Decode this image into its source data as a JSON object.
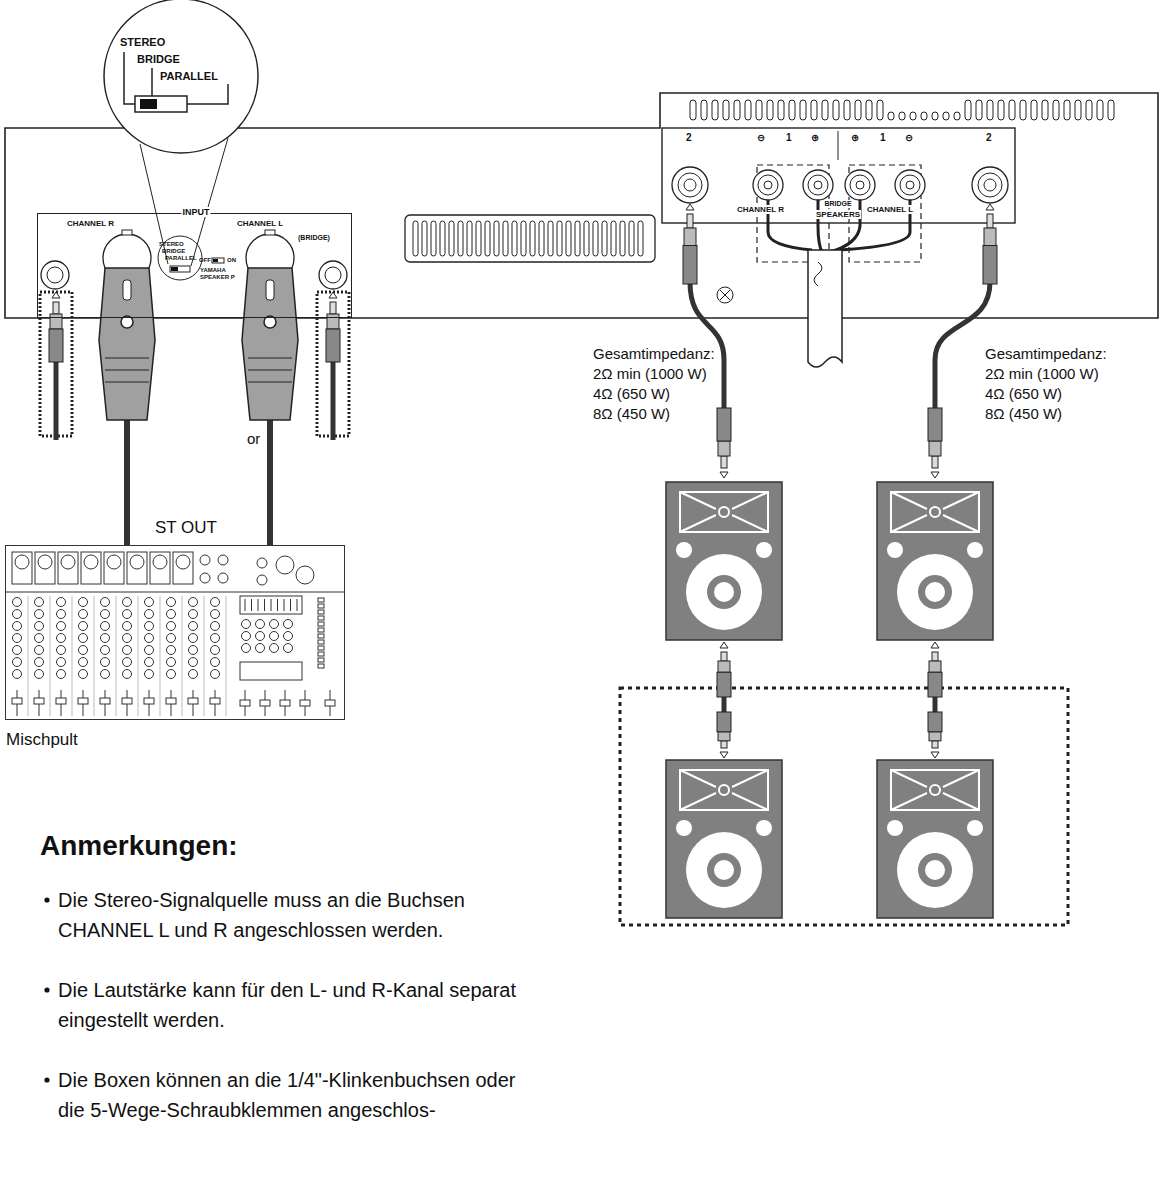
{
  "diagram": {
    "nodes": [
      {
        "text": [
          "INPUT"
        ]
      },
      {
        "text": [
          "ST OUT",
          "Mischpult"
        ]
      }
    ],
    "edges": [
      {
        "from": 1,
        "to": 0,
        "arrow": "none"
      },
      {
        "from": 1,
        "to": 0,
        "arrow": "none"
      }
    ],
    "labels": [
      "STEREO",
      "BRIDGE",
      "PARALLEL",
      "CHANNEL R",
      "CHANNEL L",
      "(BRIDGE)",
      "STEREO",
      "BRIDGE",
      "PARALLEL",
      "OFF",
      "ON",
      "YAMAHA",
      "SPEAKER P",
      "or",
      "2",
      "⊖",
      "1",
      "⊕",
      "⊕",
      "1",
      "⊖",
      "2",
      "CHANNEL R",
      "BRIDGE",
      "SPEAKERS",
      "CHANNEL L",
      "Gesamtimpedanz:",
      "2Ω min (1000 W)",
      "4Ω (650 W)",
      "8Ω (450 W)",
      "Gesamtimpedanz:",
      "2Ω min (1000 W)",
      "4Ω (650 W)",
      "8Ω (450 W)",
      "Anmerkungen:",
      "Die Stereo-Signalquelle muss an die Buchsen CHANNEL L und R angeschlossen werden.",
      "Die Lautstärke kann für den L- und R-Kanal separat eingestellt werden.",
      "Die Boxen können an die 1/4\"-Klinkenbuchsen oder die 5-Wege-Schraubklemmen angeschlos-"
    ]
  }
}
